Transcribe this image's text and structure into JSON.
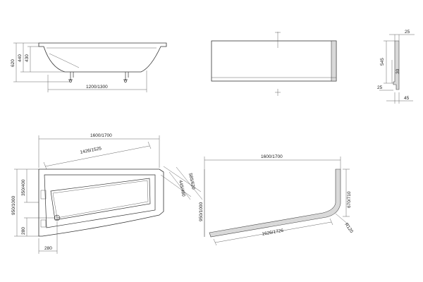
{
  "dimensions": {
    "bath_side": {
      "h_total": "620",
      "h_rim": "440",
      "h_inner": "430",
      "length": "1200/1300"
    },
    "panel_side": {
      "top": "25",
      "height": "545",
      "slot": "30",
      "bottom": "25",
      "depth": "45"
    },
    "bath_top": {
      "length": "1600/1700",
      "inner_length": "1426/1525",
      "inner_width": "445/480",
      "outer_width": "585/620",
      "width": "950/1000",
      "end_width": "350/400",
      "drain_from_bottom": "280",
      "drain_from_side": "280"
    },
    "panel_top": {
      "length": "1600/1700",
      "width": "950/1000",
      "side": "670/710",
      "radius": "R120",
      "curve_length": "1626/1726"
    }
  },
  "colors": {
    "line": "#333333",
    "panel_fill": "#d9d9d9",
    "background": "#ffffff"
  }
}
